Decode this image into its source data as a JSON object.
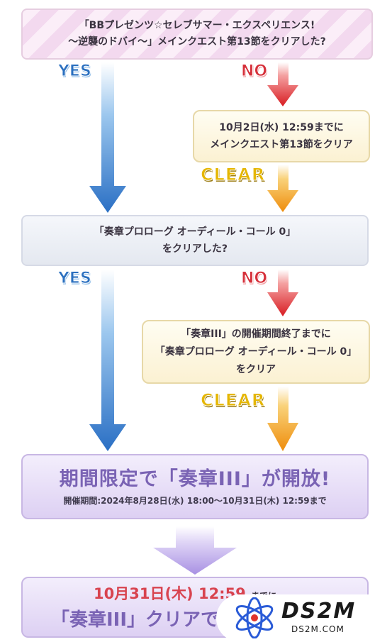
{
  "nodes": {
    "q1": {
      "line1": "「BBプレゼンツ☆セレブサマー・エクスペリエンス!",
      "line2": "〜逆襲のドバイ〜」メインクエスト第13節をクリアした?"
    },
    "y1": {
      "line1": "10月2日(水) 12:59までに",
      "line2": "メインクエスト第13節をクリア"
    },
    "q2": {
      "line1": "「奏章プロローグ オーディール・コール 0」",
      "line2": "をクリアした?"
    },
    "y2": {
      "line1": "「奏章III」の開催期間終了までに",
      "line2": "「奏章プロローグ オーディール・コール 0」",
      "line3": "をクリア"
    },
    "p1": {
      "title": "期間限定で「奏章III」が開放!",
      "period": "開催期間:2024年8月28日(水) 18:00〜10月31日(木) 12:59まで"
    },
    "p2": {
      "date": "10月31日(木) 12:59",
      "suffix": "までに",
      "clear": "「奏章III」クリアで"
    }
  },
  "labels": {
    "yes": "YES",
    "no": "NO",
    "clear": "CLEAR"
  },
  "watermark": {
    "name": "DS2M",
    "url": "DS2M.COM"
  },
  "colors": {
    "yes": "#2a6fbf",
    "no": "#d6303a",
    "clear": "#e5b600",
    "purple": "#7a63b4",
    "red_date": "#d8434f"
  }
}
